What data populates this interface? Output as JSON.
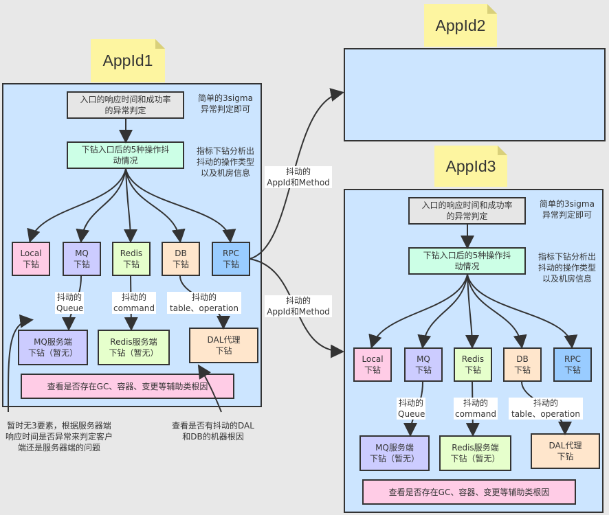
{
  "stickies": {
    "app1": "AppId1",
    "app2": "AppId2",
    "app3": "AppId3"
  },
  "connector_label": "抖动的\nAppId和Method",
  "panel": {
    "entry_box": "入口的响应时间和成功率\n的异常判定",
    "entry_note": "简单的3sigma\n异常判定即可",
    "drill_box": "下钻入口后的5种操作抖\n动情况",
    "drill_note": "指标下钻分析出\n抖动的操作类型\n以及机房信息",
    "ops": [
      {
        "label": "Local\n下钻",
        "color": "#ffcce6"
      },
      {
        "label": "MQ\n下钻",
        "color": "#ccccff"
      },
      {
        "label": "Redis\n下钻",
        "color": "#e6ffcc"
      },
      {
        "label": "DB\n下钻",
        "color": "#ffe6cc"
      },
      {
        "label": "RPC\n下钻",
        "color": "#99ccff"
      }
    ],
    "edge_labels": [
      "抖动的\nQueue",
      "抖动的\ncommand",
      "抖动的\ntable、operation"
    ],
    "servers": [
      {
        "label": "MQ服务端\n下钻（暂无）",
        "color": "#ccccff"
      },
      {
        "label": "Redis服务端\n下钻（暂无）",
        "color": "#e6ffcc"
      },
      {
        "label": "DAL代理\n下钻",
        "color": "#ffe6cc"
      }
    ],
    "aux_box": "查看是否存在GC、容器、变更等辅助类根因"
  },
  "bottom_notes": {
    "left": "暂时无3要素，根据服务器端\n响应时间是否异常来判定客户\n端还是服务器端的问题",
    "right": "查看是否有抖动的DAL\n和DB的机器根因"
  },
  "colors": {
    "panel": "#cce5ff",
    "sticky": "#fdf5a0",
    "entry": "#e6e6e6",
    "drill": "#ccffe6",
    "aux": "#ffcce6"
  }
}
